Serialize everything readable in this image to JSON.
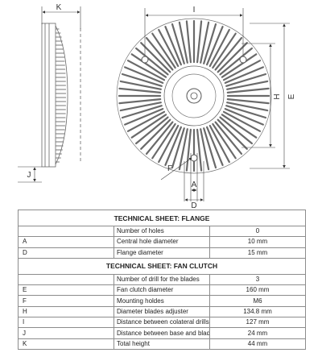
{
  "drawing": {
    "labels": {
      "k": "K",
      "i": "I",
      "h": "H",
      "e": "E",
      "j": "J",
      "f": "F",
      "a": "A",
      "d": "D"
    },
    "colors": {
      "line": "#555555",
      "part": "#666666",
      "dim": "#333333"
    }
  },
  "flange_table": {
    "title": "TECHNICAL SHEET: FLANGE",
    "rows": [
      {
        "key": "",
        "label": "Number of holes",
        "value": "0"
      },
      {
        "key": "A",
        "label": "Central hole diameter",
        "value": "10 mm"
      },
      {
        "key": "D",
        "label": "Flange diameter",
        "value": "15 mm"
      }
    ]
  },
  "clutch_table": {
    "title": "TECHNICAL SHEET: FAN CLUTCH",
    "rows": [
      {
        "key": "",
        "label": "Number of drill for the blades",
        "value": "3"
      },
      {
        "key": "E",
        "label": "Fan clutch diameter",
        "value": "160 mm"
      },
      {
        "key": "F",
        "label": "Mounting holdes",
        "value": "M6"
      },
      {
        "key": "H",
        "label": "Diameter blades adjuster",
        "value": "134.8 mm"
      },
      {
        "key": "I",
        "label": "Distance between colateral drills center",
        "value": "127 mm"
      },
      {
        "key": "J",
        "label": "Distance between base and blades support",
        "value": "24 mm"
      },
      {
        "key": "K",
        "label": "Total height",
        "value": "44 mm"
      }
    ]
  }
}
